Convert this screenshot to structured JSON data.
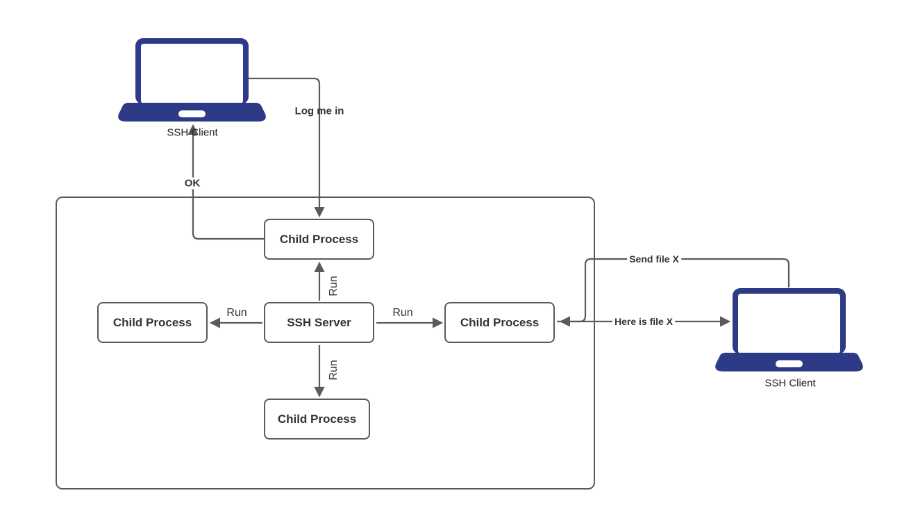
{
  "diagram": {
    "clients": {
      "left": {
        "label": "SSH Client"
      },
      "right": {
        "label": "SSH Client"
      }
    },
    "nodes": {
      "ssh_server": "SSH Server",
      "child_top": "Child Process",
      "child_left": "Child Process",
      "child_right": "Child Process",
      "child_bottom": "Child Process"
    },
    "edge_labels": {
      "log_me_in": "Log me in",
      "ok": "OK",
      "run_up": "Run",
      "run_down": "Run",
      "run_left": "Run",
      "run_right": "Run",
      "send_file": "Send file X",
      "here_is_file": "Here is file X"
    }
  },
  "colors": {
    "laptop": "#2d3a87",
    "line": "#5a5a5a",
    "box_border": "#5a5a5a",
    "text": "#333333",
    "background": "#ffffff"
  }
}
